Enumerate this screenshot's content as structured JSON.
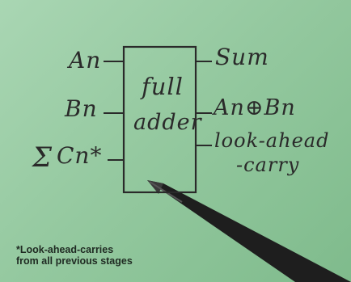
{
  "diagram": {
    "block_label_line1": "full",
    "block_label_line2": "adder",
    "inputs": {
      "a": "An",
      "b": "Bn",
      "carry_sigma": "Σ",
      "carry": "Cn*"
    },
    "outputs": {
      "sum": "Sum",
      "xor": "An⊕Bn",
      "lookahead_line1": "look-ahead",
      "lookahead_line2": "-carry"
    }
  },
  "footnote": {
    "line1": "*Look-ahead-carries",
    "line2": "from all previous stages"
  }
}
